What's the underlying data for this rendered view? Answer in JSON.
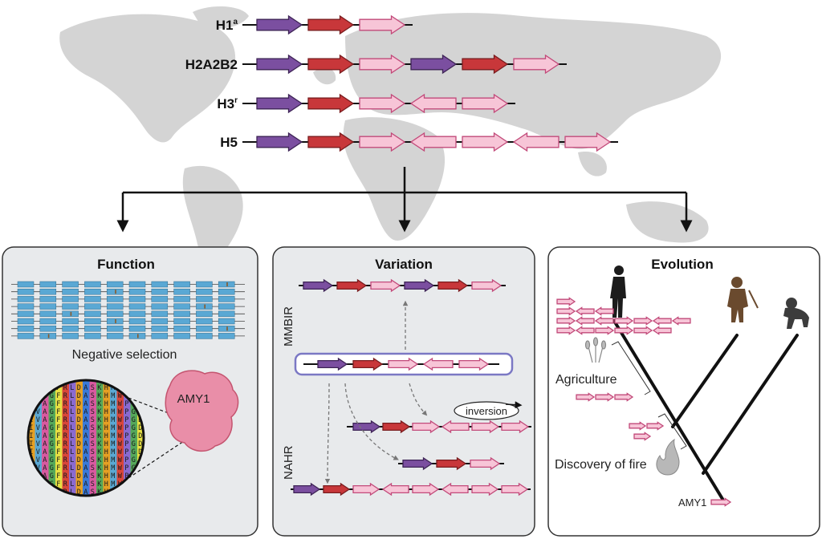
{
  "colors": {
    "purple": "#7b4fa0",
    "red": "#c8373a",
    "pink": "#f7c5d7",
    "pink_stroke": "#c24a7a",
    "map": "#d4d4d4",
    "panel_bg": "#e8eaec",
    "gene_blue": "#5aa8d4"
  },
  "haplotypes": [
    {
      "label": "H1",
      "sup": "a"
    },
    {
      "label": "H2A2B2",
      "sup": ""
    },
    {
      "label": "H3",
      "sup": "r"
    },
    {
      "label": "H5",
      "sup": ""
    }
  ],
  "panels": {
    "function": {
      "title": "Function",
      "selection_label": "Negative selection",
      "protein_label": "AMY1",
      "sequence": "IVAGFRLDASKHMWPGD"
    },
    "variation": {
      "title": "Variation",
      "mmbir_label": "MMBIR",
      "nahr_label": "NAHR",
      "inversion_label": "inversion"
    },
    "evolution": {
      "title": "Evolution",
      "agriculture_label": "Agriculture",
      "fire_label": "Discovery of fire",
      "amy1_label": "AMY1"
    }
  }
}
